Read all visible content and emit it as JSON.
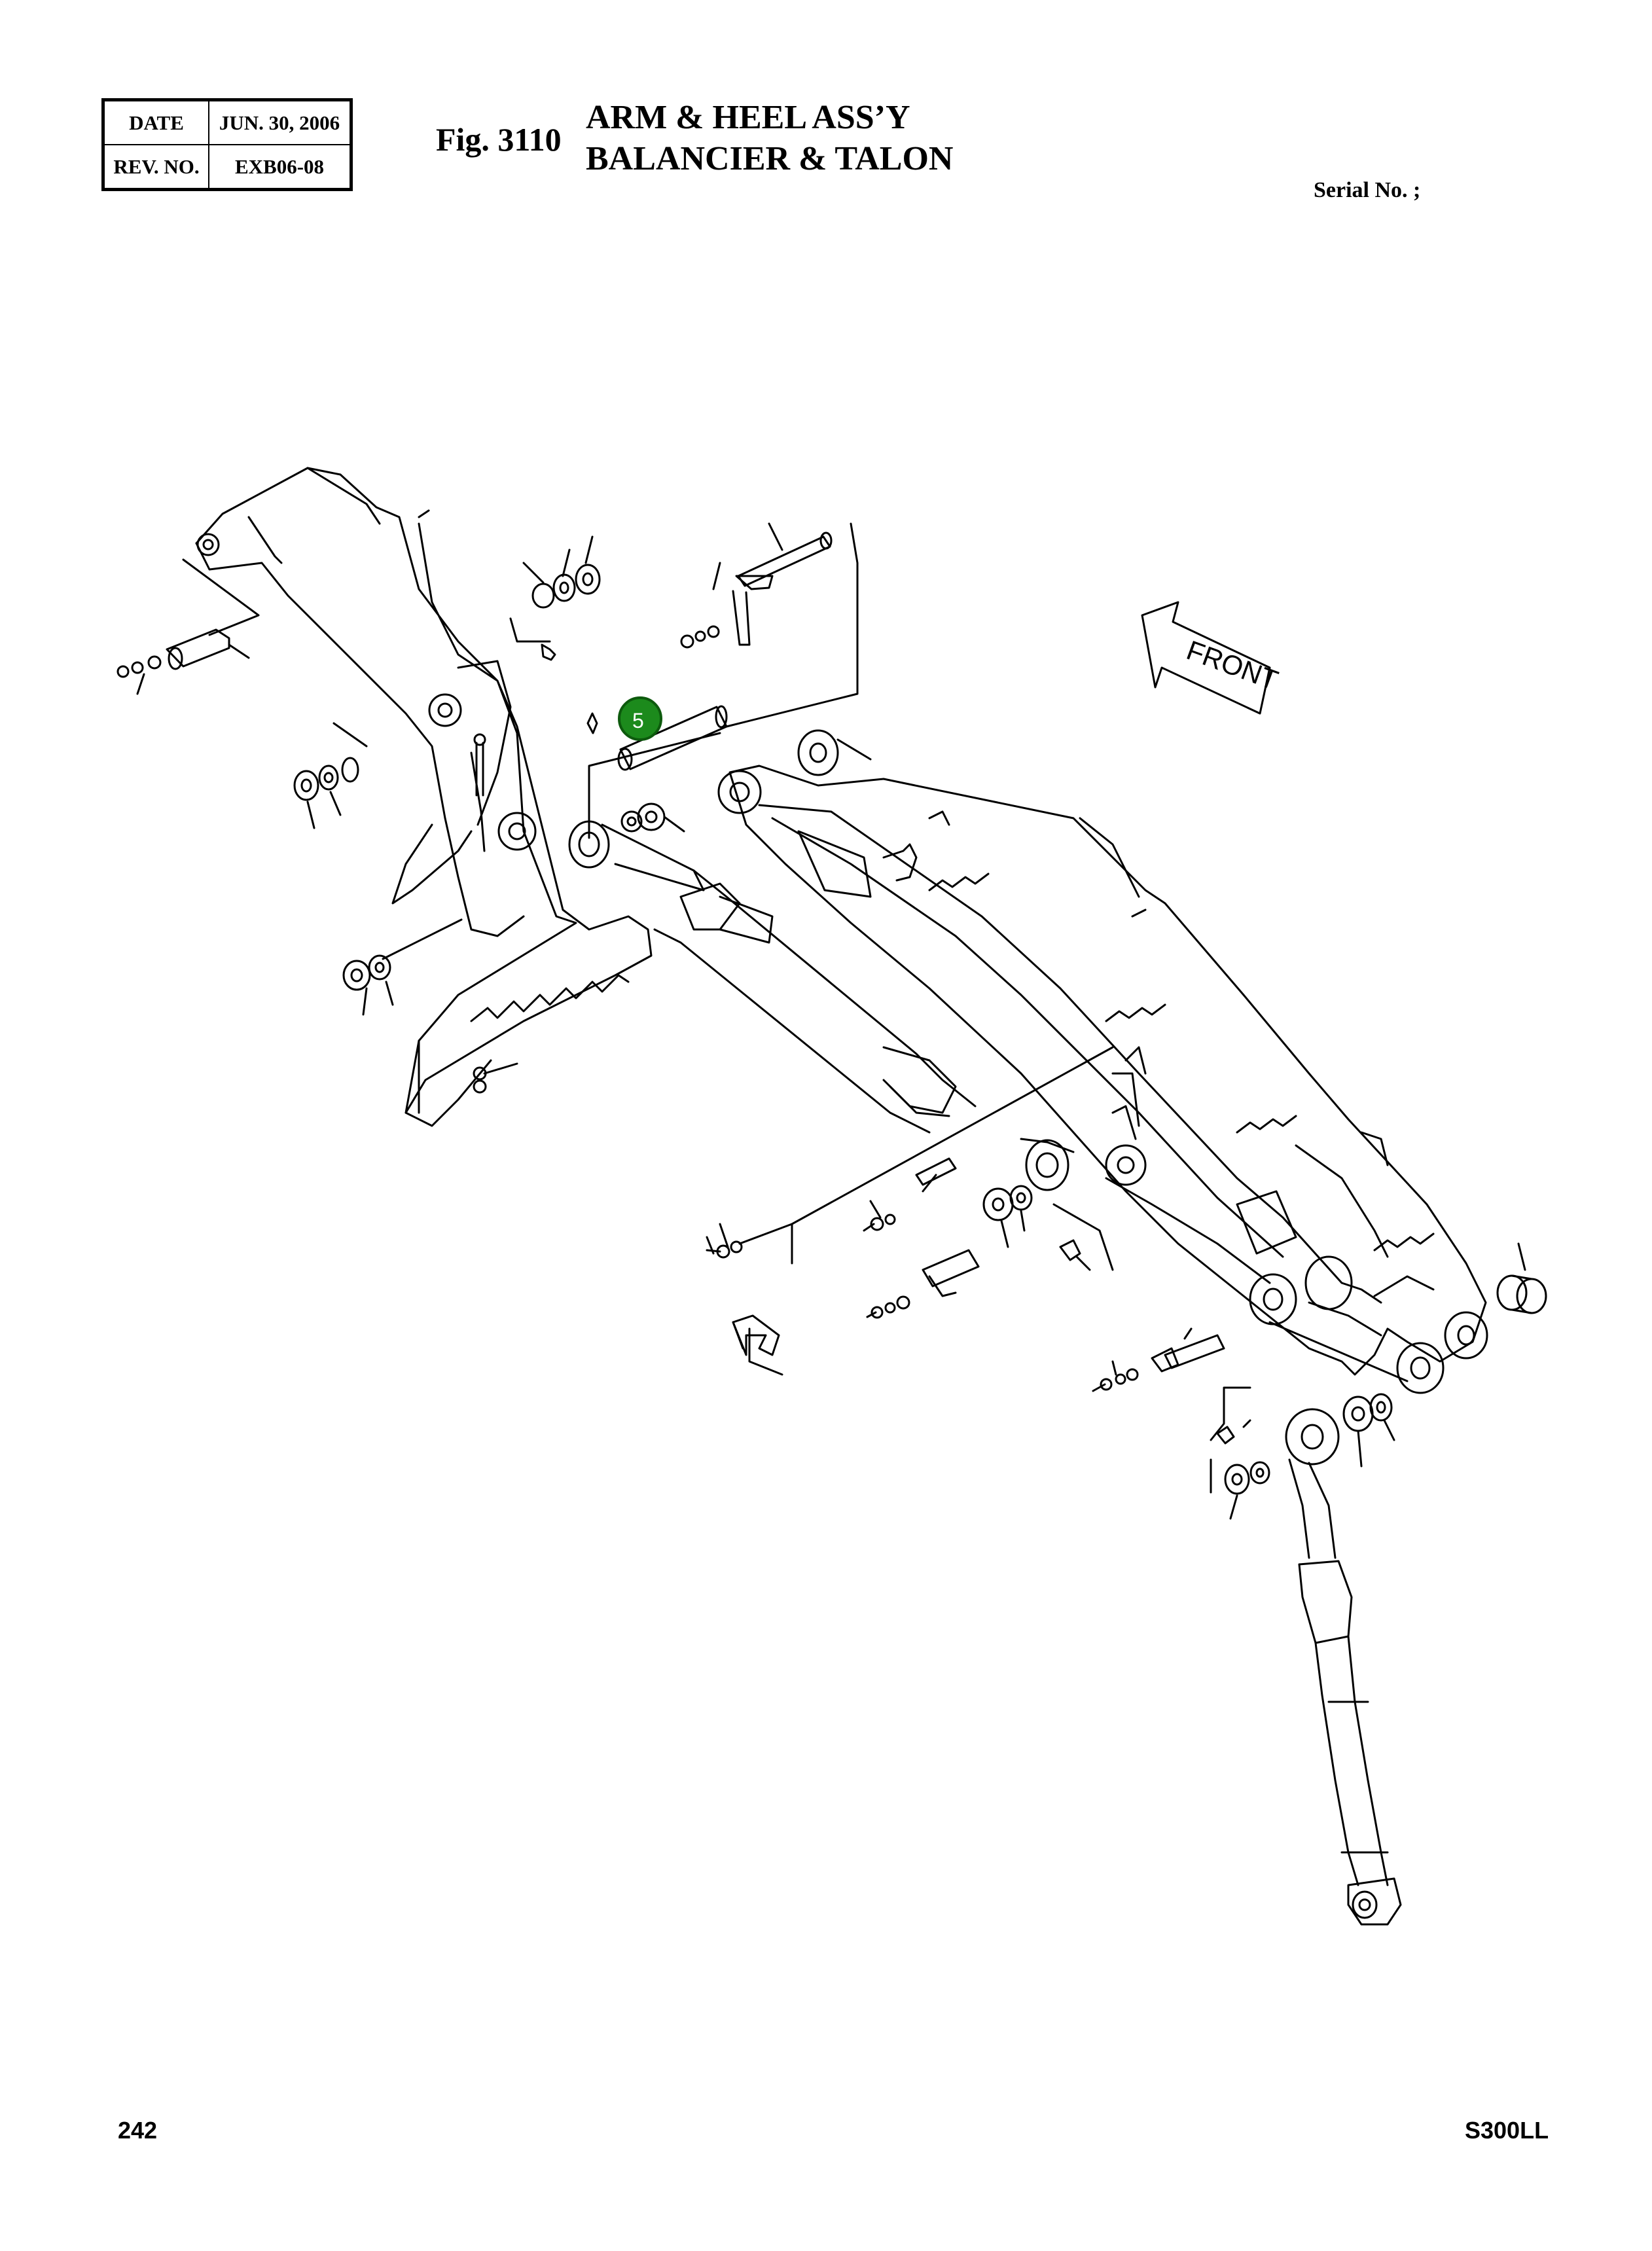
{
  "header": {
    "date_label": "DATE",
    "date_value": "JUN. 30, 2006",
    "rev_label": "REV. NO.",
    "rev_value": "EXB06-08",
    "fig_number": "Fig. 3110",
    "title_en": "ARM & HEEL ASS’Y",
    "title_fr": "BALANCIER & TALON",
    "serial": "Serial No. ;"
  },
  "drawing": {
    "front_label": "FRONT",
    "callout_number": "5",
    "callout_color": "#1c8a1c"
  },
  "footer": {
    "page_number": "242",
    "model": "S300LL"
  }
}
